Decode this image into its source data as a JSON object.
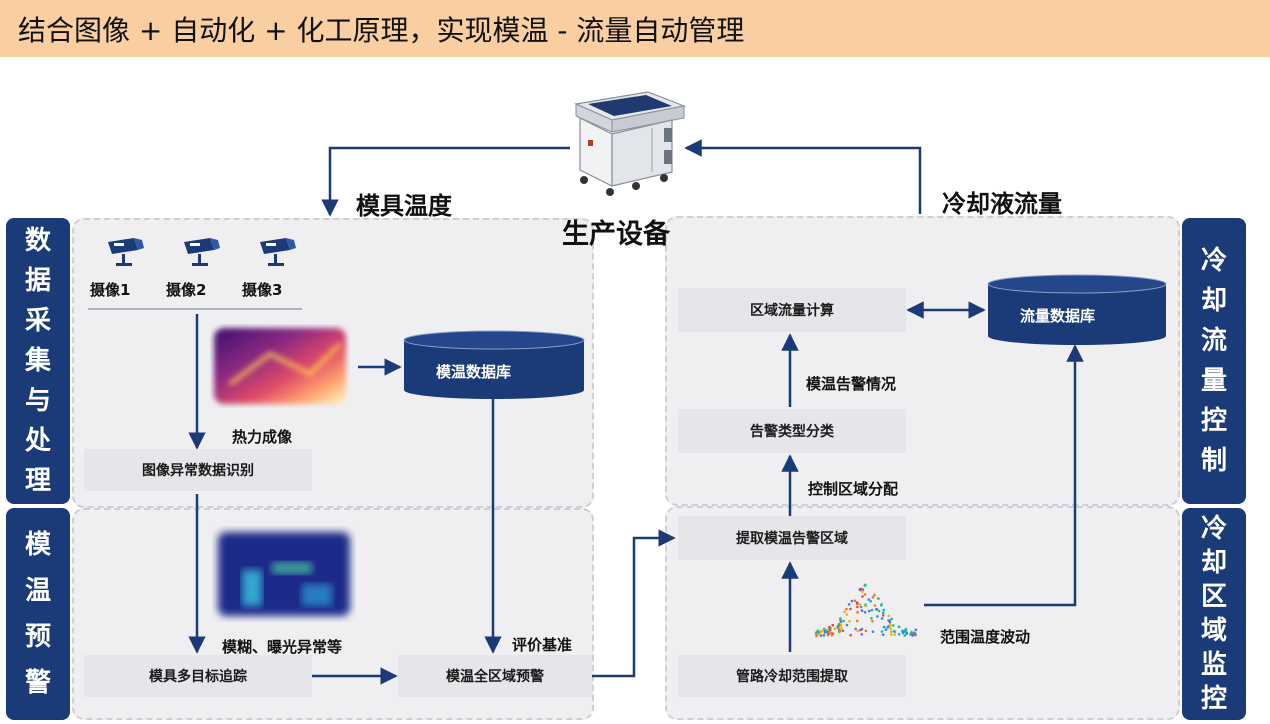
{
  "title": "结合图像 + 自动化 + 化工原理，实现模温 - 流量自动管理",
  "equipment": {
    "label": "生产设备"
  },
  "top_labels": {
    "mold_temp": "模具温度",
    "coolant_flow": "冷却液流量"
  },
  "left_sidebar": {
    "top": [
      "数",
      "据",
      "采",
      "集",
      "与",
      "处",
      "理"
    ],
    "bottom": [
      "模",
      "温",
      "预",
      "警"
    ]
  },
  "right_sidebar": {
    "top": [
      "冷",
      "却",
      "流",
      "量",
      "控",
      "制"
    ],
    "bottom": [
      "冷",
      "却",
      "区",
      "域",
      "监",
      "控"
    ]
  },
  "cameras": [
    {
      "label": "摄像1",
      "icon": "cctv-camera-icon"
    },
    {
      "label": "摄像2",
      "icon": "cctv-camera-icon"
    },
    {
      "label": "摄像3",
      "icon": "cctv-camera-icon"
    }
  ],
  "left": {
    "thermal_label": "热力成像",
    "image_anomaly_box": "图像异常数据识别",
    "blur_label": "模糊、曝光异常等",
    "tracking_box": "模具多目标追踪",
    "mold_db": "模温数据库",
    "eval_label": "评价基准",
    "warning_box": "模温全区域预警"
  },
  "right": {
    "zone_flow_box": "区域流量计算",
    "flow_db": "流量数据库",
    "alarm_status_label": "模温告警情况",
    "alarm_class_box": "告警类型分类",
    "zone_alloc_label": "控制区域分配",
    "extract_box": "提取模温告警区域",
    "fluctuation_label": "范围温度波动",
    "pipe_box": "管路冷却范围提取"
  },
  "colors": {
    "title_bg": "#f9cfa1",
    "sidebar": "#1a3a78",
    "arrow": "#1a3a78",
    "db": "#1a3a78",
    "panel": "#efeff1"
  }
}
